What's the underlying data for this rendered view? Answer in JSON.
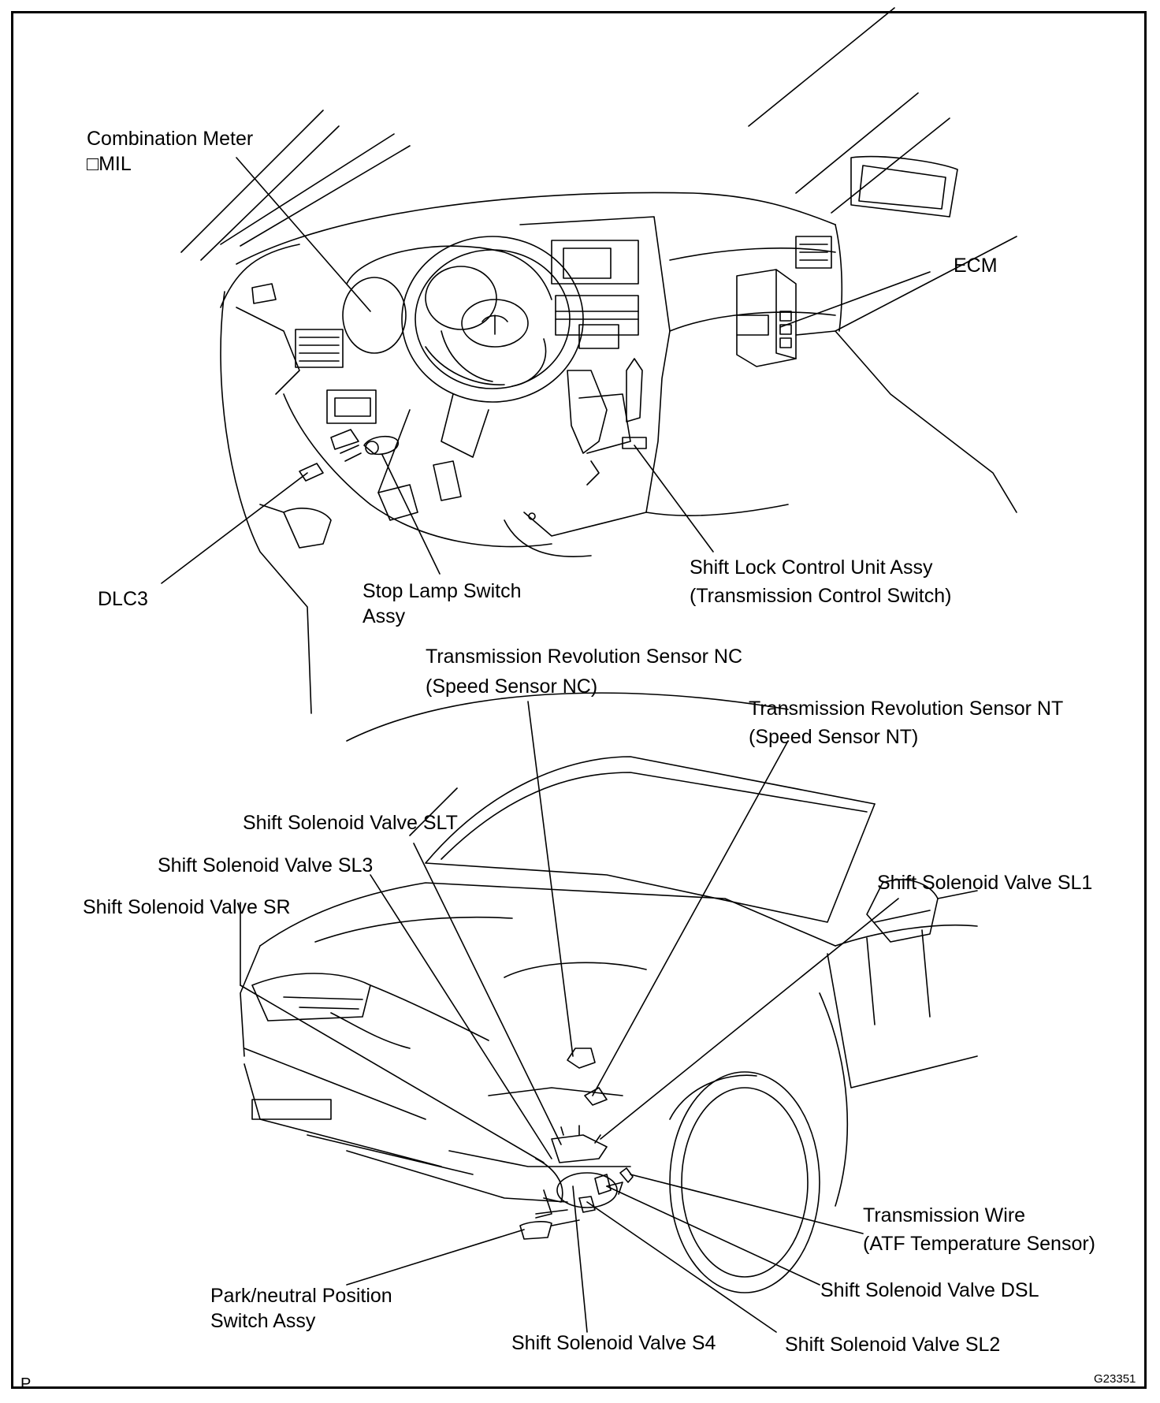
{
  "labels": {
    "combination_meter": "Combination Meter",
    "mil": "□MIL",
    "ecm": "ECM",
    "dlc3": "DLC3",
    "stop_lamp_1": "Stop Lamp Switch",
    "stop_lamp_2": "Assy",
    "shift_lock_1": "Shift Lock Control Unit Assy",
    "shift_lock_2": "(Transmission Control Switch)",
    "nc_1": "Transmission Revolution Sensor NC",
    "nc_2": "(Speed Sensor NC)",
    "nt_1": "Transmission Revolution Sensor NT",
    "nt_2": "(Speed Sensor NT)",
    "slt": "Shift Solenoid Valve SLT",
    "sl3": "Shift Solenoid Valve SL3",
    "sr": "Shift Solenoid Valve SR",
    "sl1": "Shift Solenoid Valve SL1",
    "trans_wire_1": "Transmission Wire",
    "trans_wire_2": "(ATF Temperature Sensor)",
    "park_1": "Park/neutral Position",
    "park_2": "Switch Assy",
    "dsl": "Shift Solenoid Valve DSL",
    "s4": "Shift Solenoid Valve S4",
    "sl2": "Shift Solenoid Valve SL2"
  },
  "footer": {
    "left": "P",
    "code": "G23351"
  }
}
